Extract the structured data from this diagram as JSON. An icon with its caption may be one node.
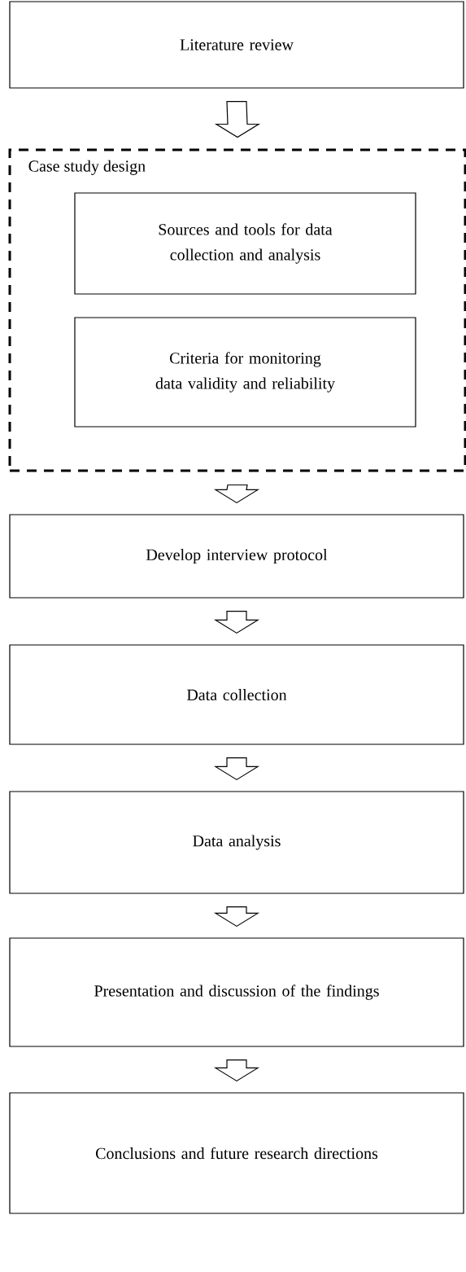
{
  "diagram": {
    "nodes": [
      {
        "text": [
          "Literature review"
        ]
      },
      {
        "text": [
          "Case study design"
        ]
      },
      {
        "text": [
          "Sources and tools for data collection and analysis"
        ],
        "in": 1
      },
      {
        "text": [
          "Criteria for monitoring data validity and reliability"
        ],
        "in": 1
      },
      {
        "text": [
          "Develop interview protocol"
        ]
      },
      {
        "text": [
          "Data collection"
        ]
      },
      {
        "text": [
          "Data analysis"
        ]
      },
      {
        "text": [
          "Presentation and discussion of the findings"
        ]
      },
      {
        "text": [
          "Conclusions and future research directions"
        ]
      }
    ],
    "edges": [
      {
        "from": 0,
        "to": 1,
        "arrow": "to"
      },
      {
        "from": 1,
        "to": 4,
        "arrow": "to"
      },
      {
        "from": 4,
        "to": 5,
        "arrow": "to"
      },
      {
        "from": 5,
        "to": 6,
        "arrow": "to"
      },
      {
        "from": 6,
        "to": 7,
        "arrow": "to"
      },
      {
        "from": 7,
        "to": 8,
        "arrow": "to"
      }
    ]
  }
}
